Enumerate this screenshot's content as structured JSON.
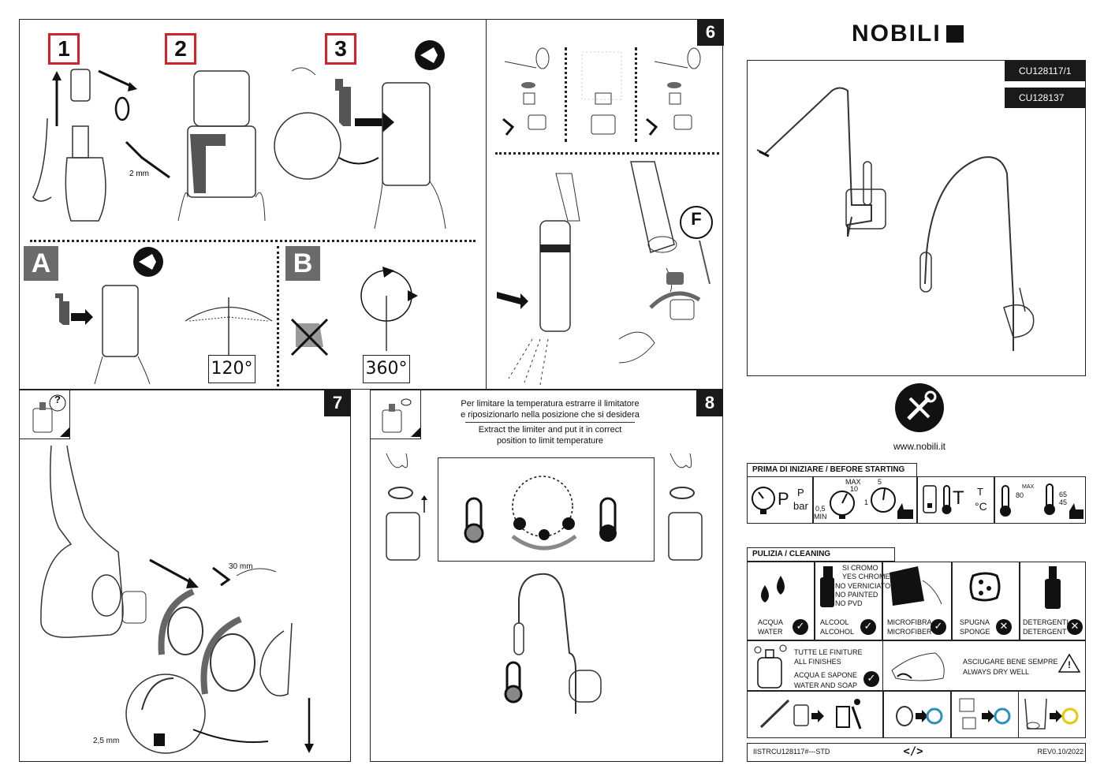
{
  "brand": {
    "name": "NOBILI",
    "website": "www.nobili.it"
  },
  "codes": [
    "CU128117/1",
    "CU128137"
  ],
  "steps": {
    "s1": "1",
    "s2": "2",
    "s3": "3",
    "sA": "A",
    "sB": "B",
    "s6": "6",
    "s7": "7",
    "s8": "8",
    "sF": "F"
  },
  "labels": {
    "hex_2mm": "2 mm",
    "deg120": "120°",
    "deg360": "360°",
    "mm30": "30 mm",
    "hex_25mm": "2,5 mm",
    "question": "?"
  },
  "step8": {
    "it_line1": "Per limitare la temperatura estrarre il limitatore",
    "it_line2": "e riposizionarlo nella posizione che si desidera",
    "en_line1": "Extract the limiter and put it in correct",
    "en_line2": "position to limit temperature"
  },
  "before_starting": {
    "title": "PRIMA DI INIZIARE / BEFORE STARTING",
    "p": "P",
    "p_unit": "P",
    "bar": "bar",
    "max": "MAX",
    "v10": "10",
    "v05": "0,5",
    "min": "MIN",
    "v5": "5",
    "v1": "1",
    "t": "T",
    "t_unit": "T",
    "celsius": "°C",
    "max2": "MAX",
    "v80": "80",
    "v65": "65",
    "v45": "45"
  },
  "cleaning": {
    "title": "PULIZIA / CLEANING",
    "chrome_yes_it": "SI CROMO",
    "chrome_yes_en": "YES CHROME",
    "painted_no_it": "NO VERNICIATO",
    "painted_no_en": "NO PAINTED",
    "pvd_no": "NO PVD",
    "items": [
      {
        "it": "ACQUA",
        "en": "WATER",
        "ok": "✓"
      },
      {
        "it": "ALCOOL",
        "en": "ALCOHOL",
        "ok": "✓"
      },
      {
        "it": "MICROFIBRA",
        "en": "MICROFIBER",
        "ok": "✓"
      },
      {
        "it": "SPUGNA",
        "en": "SPONGE",
        "ok": "✕"
      },
      {
        "it": "DETERGENTI",
        "en": "DETERGENT",
        "ok": "✕"
      }
    ],
    "finishes_it": "TUTTE LE FINITURE",
    "finishes_en": "ALL FINISHES",
    "soap_it": "ACQUA E SAPONE",
    "soap_en": "WATER AND SOAP",
    "soap_ok": "✓",
    "dry_it": "ASCIUGARE BENE SEMPRE",
    "dry_en": "ALWAYS DRY WELL",
    "warn": "!"
  },
  "footer": {
    "left": "IISTRCU128117#---STD",
    "center": "</>",
    "right": "REV0.10/2022"
  }
}
